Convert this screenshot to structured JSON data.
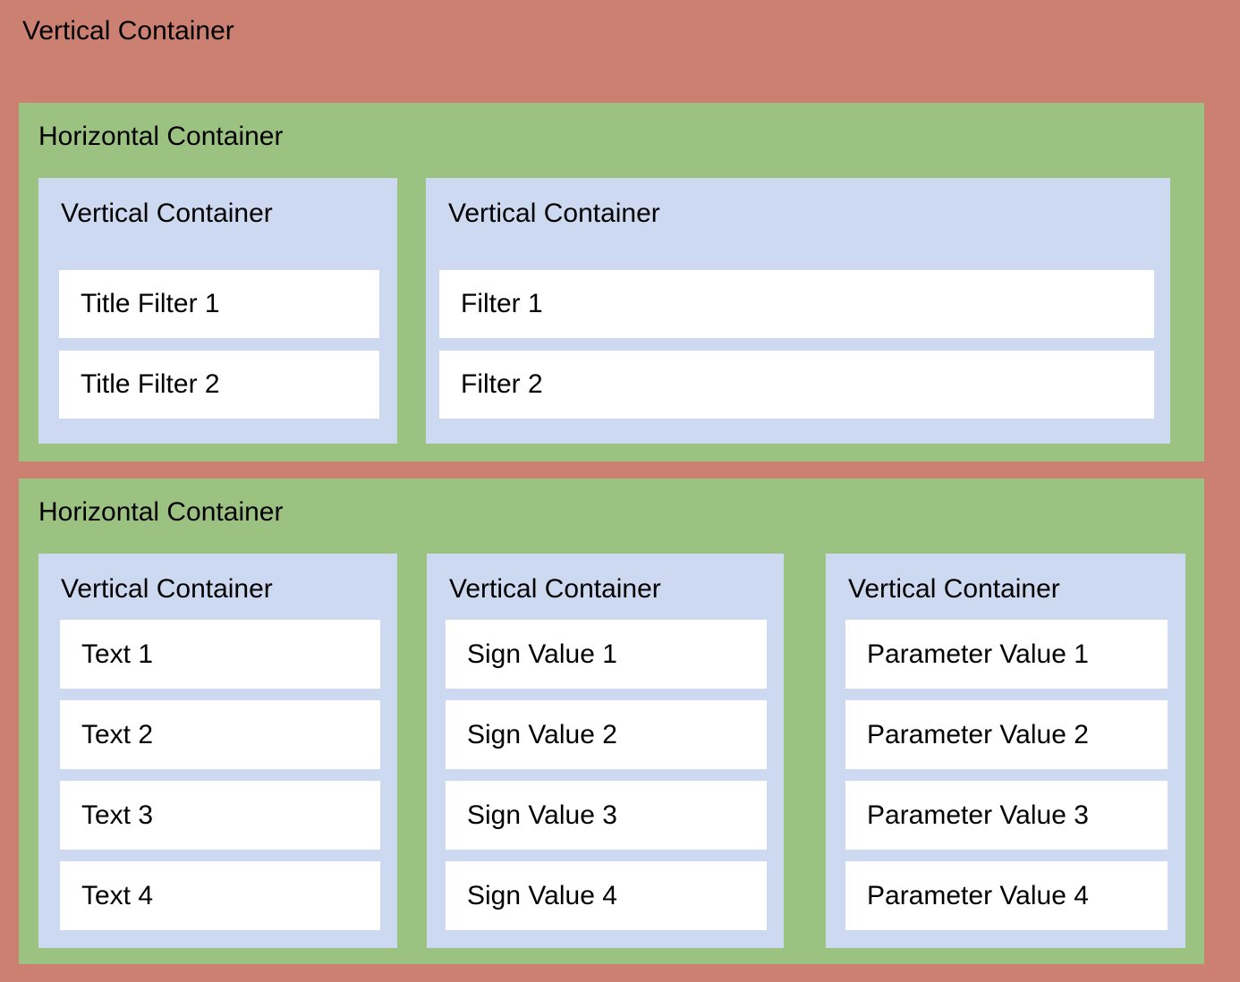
{
  "root": {
    "label": "Vertical Container"
  },
  "sections": [
    {
      "label": "Horizontal Container",
      "columns": [
        {
          "label": "Vertical Container",
          "items": [
            "Title Filter 1",
            "Title Filter 2"
          ]
        },
        {
          "label": "Vertical Container",
          "items": [
            "Filter 1",
            "Filter 2"
          ]
        }
      ]
    },
    {
      "label": "Horizontal Container",
      "columns": [
        {
          "label": "Vertical Container",
          "items": [
            "Text 1",
            "Text 2",
            "Text 3",
            "Text 4"
          ]
        },
        {
          "label": "Vertical Container",
          "items": [
            "Sign Value 1",
            "Sign Value 2",
            "Sign Value 3",
            "Sign Value 4"
          ]
        },
        {
          "label": "Vertical Container",
          "items": [
            "Parameter Value 1",
            "Parameter Value 2",
            "Parameter Value 3",
            "Parameter Value 4"
          ]
        }
      ]
    }
  ],
  "colors": {
    "outer_container": "#cc8071",
    "horizontal_container": "#9cc282",
    "vertical_container": "#cdd9f1",
    "item_box": "#ffffff",
    "text": "#000000"
  }
}
